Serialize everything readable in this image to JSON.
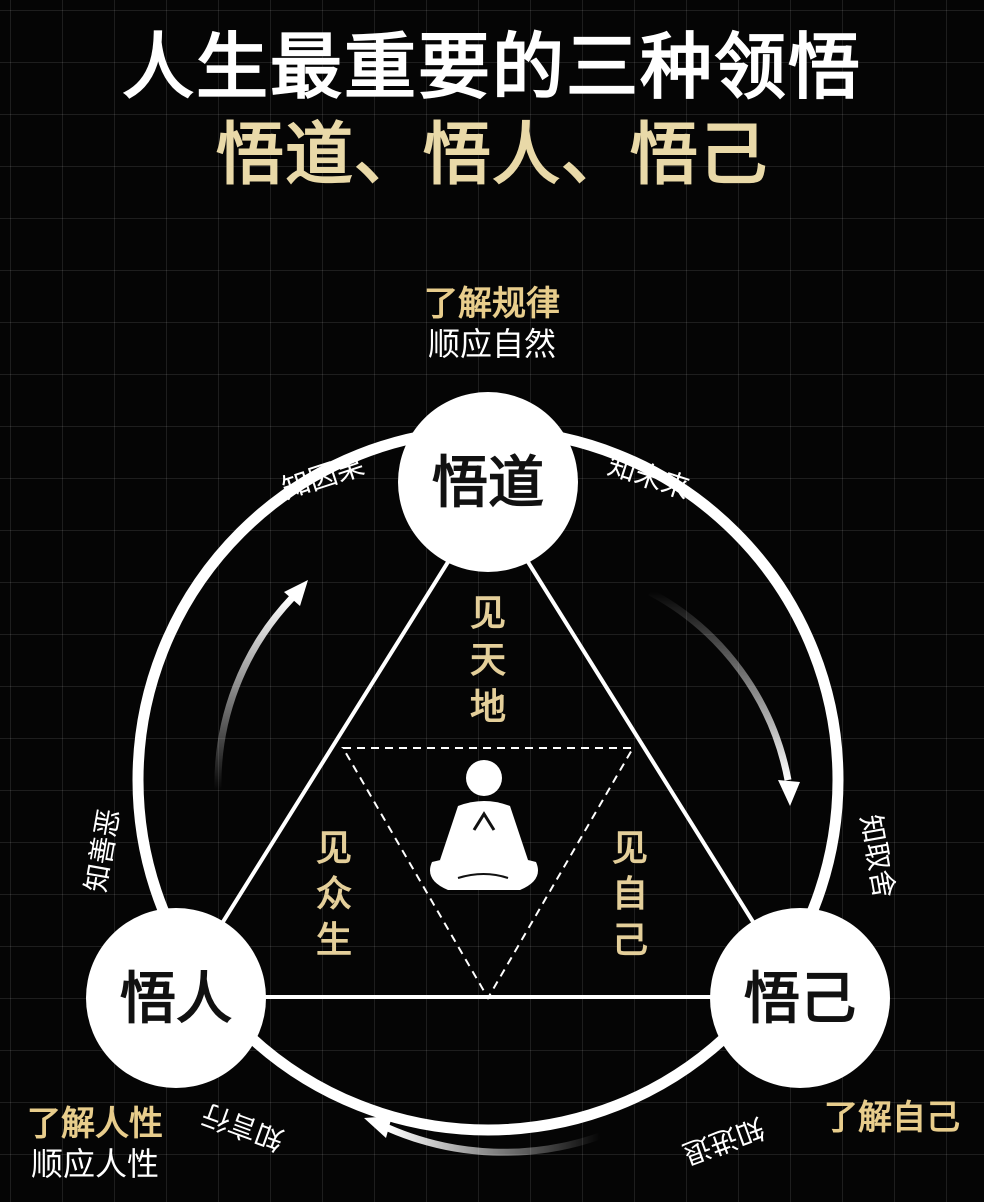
{
  "title": "人生最重要的三种领悟",
  "subtitle": "悟道、悟人、悟己",
  "nodes": {
    "top": "悟道",
    "left": "悟人",
    "right": "悟己"
  },
  "inner": {
    "top": [
      "见",
      "天",
      "地"
    ],
    "left": [
      "见",
      "众",
      "生"
    ],
    "right": [
      "见",
      "自",
      "己"
    ]
  },
  "arcs": {
    "top_left": "知因果",
    "top_right": "知未来",
    "left": "知善恶",
    "right": "知取舍",
    "bottom_left": "知言行",
    "bottom_right": "知进退"
  },
  "captions": {
    "top": {
      "highlight": "了解规律",
      "text": "顺应自然"
    },
    "left": {
      "highlight": "了解人性",
      "text": "顺应人性"
    },
    "right": {
      "highlight": "了解自己"
    }
  },
  "colors": {
    "background": "#050505",
    "accent_gold": "#e8cd8c",
    "line": "#ffffff"
  },
  "icons": {
    "center": "meditating-person-icon"
  }
}
